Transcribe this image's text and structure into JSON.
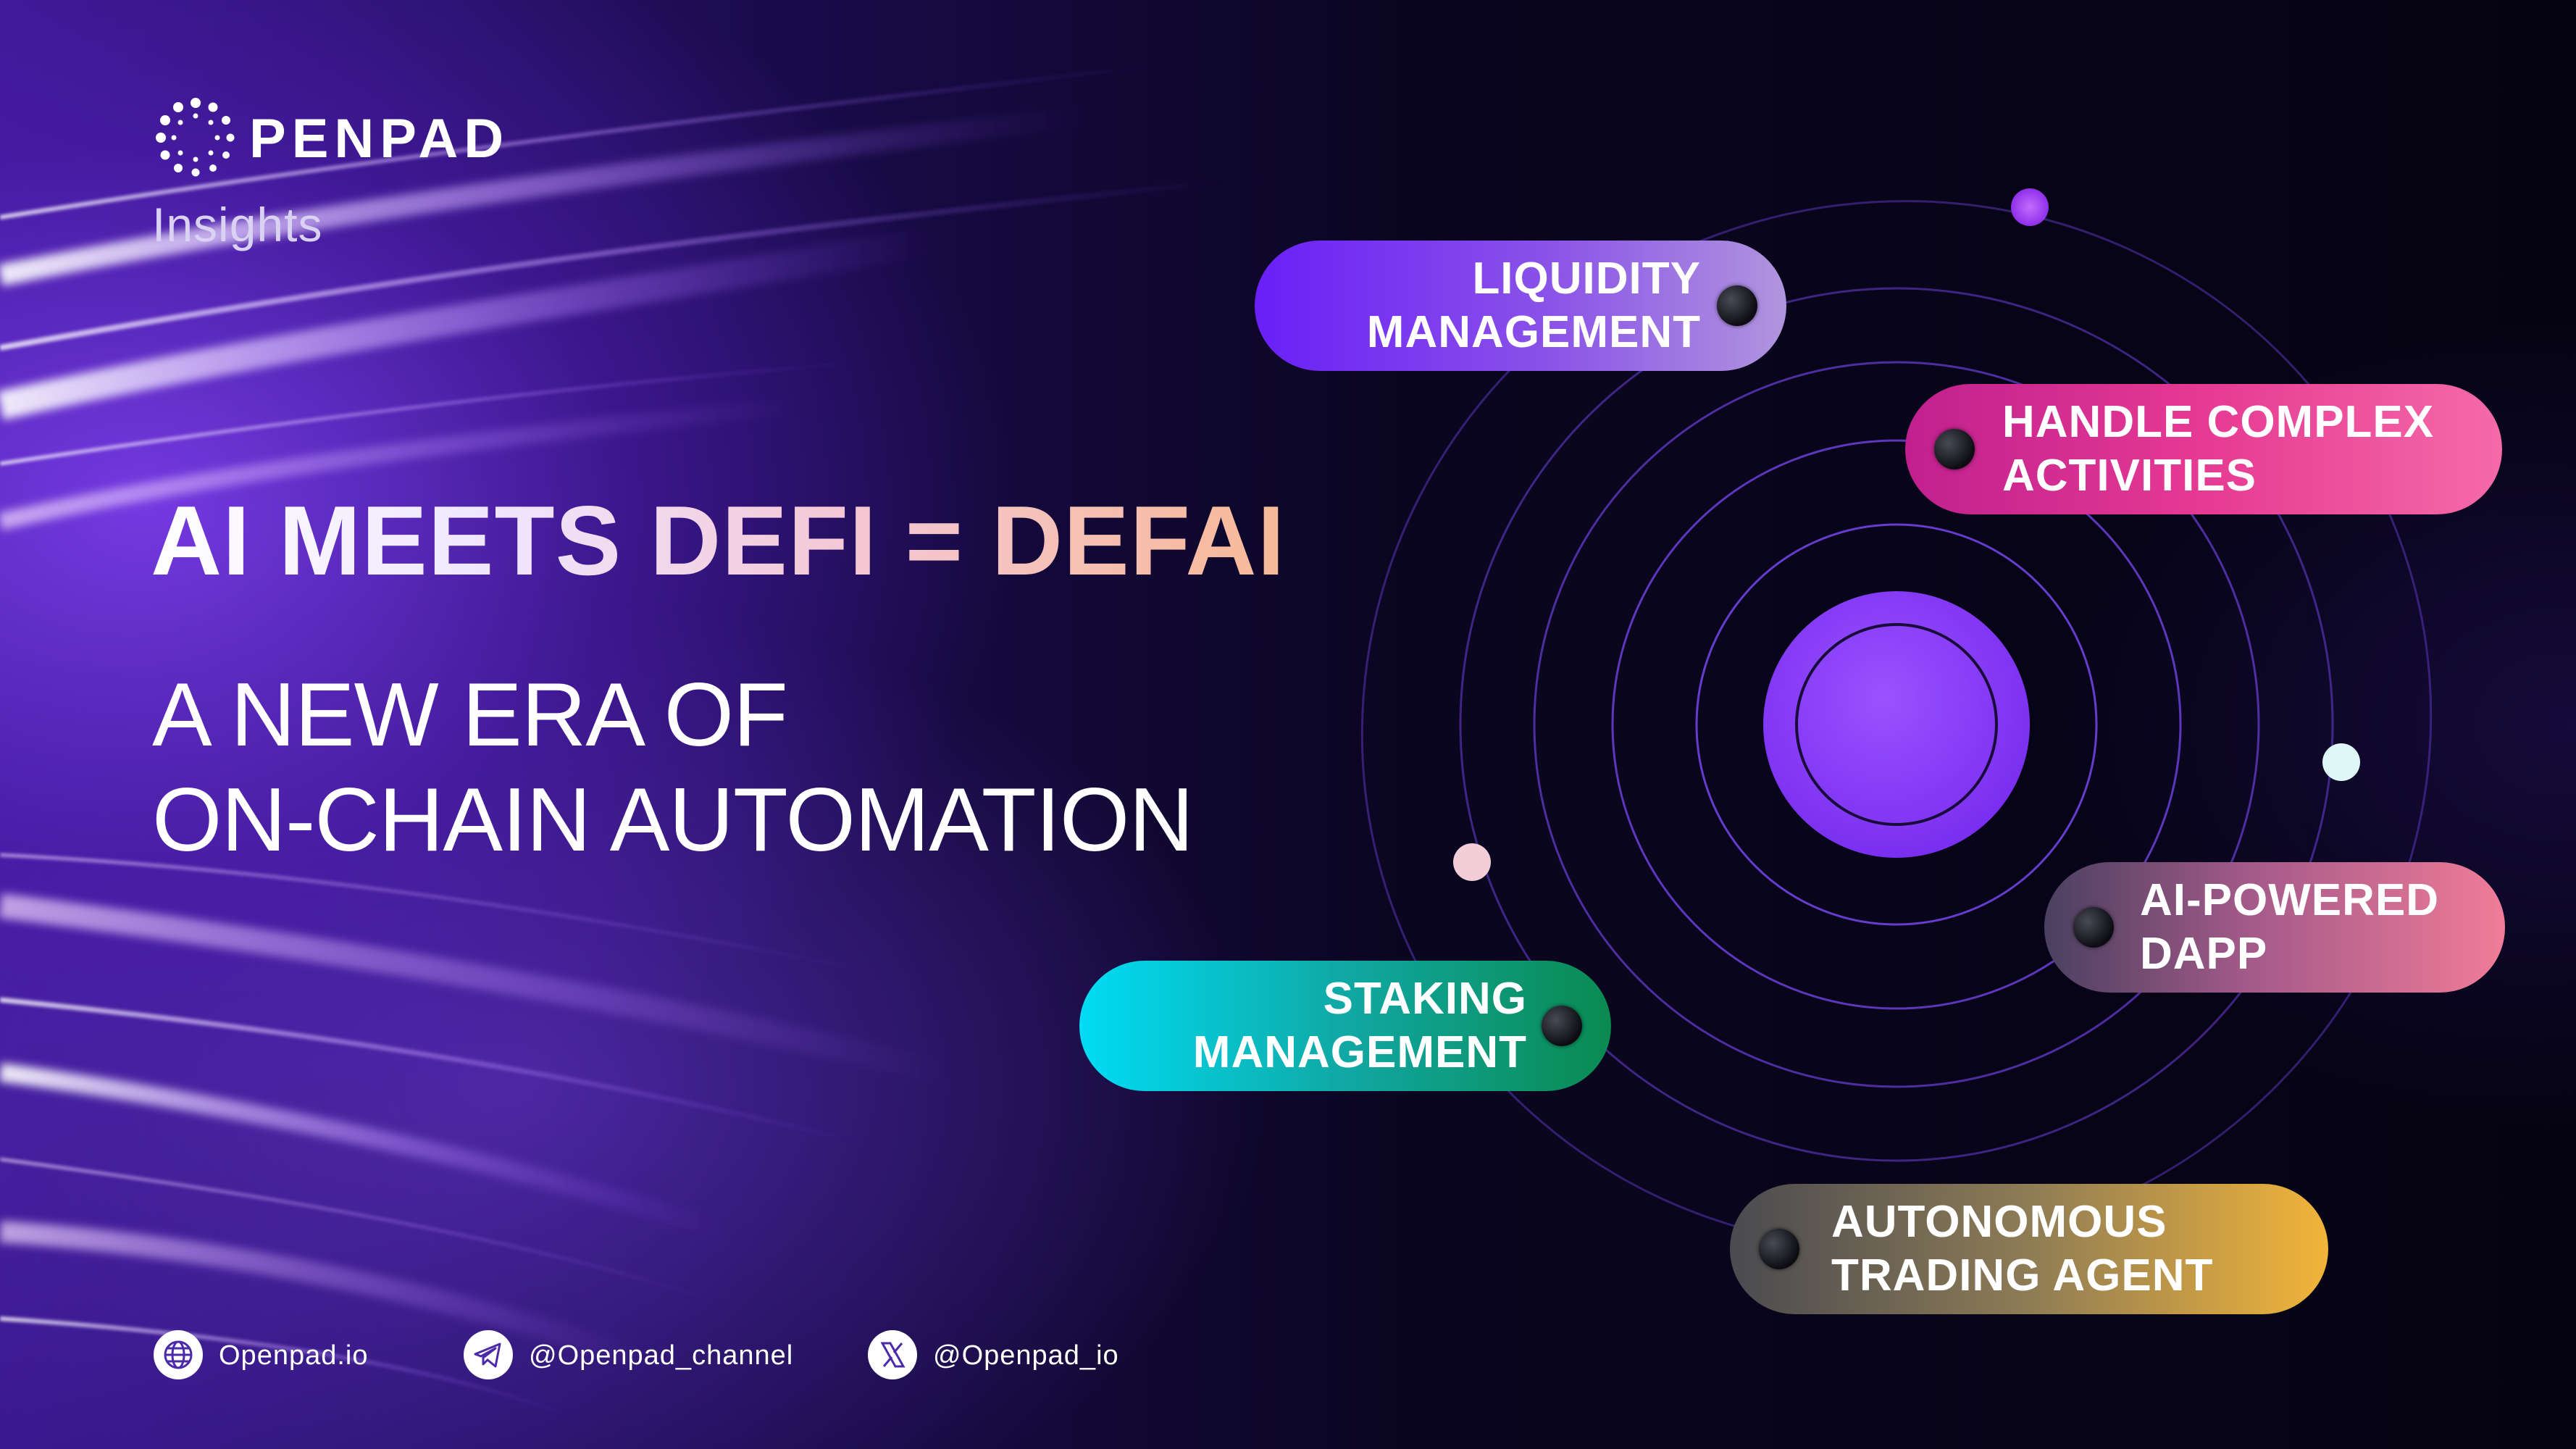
{
  "brand": {
    "name": "PENPAD",
    "logo_icon": "dotted-ring-o-logo",
    "subtitle": "Insights"
  },
  "headline": "AI MEETS DEFI = DEFAI",
  "tagline": {
    "line1": "A NEW ERA OF",
    "line2": "ON-CHAIN AUTOMATION"
  },
  "features": [
    {
      "id": "liquidity",
      "line1": "LIQUIDITY",
      "line2": "MANAGEMENT",
      "color": "#6a1ff7"
    },
    {
      "id": "complex",
      "line1": "HANDLE COMPLEX",
      "line2": "ACTIVITIES",
      "color": "#e63a93"
    },
    {
      "id": "dapp",
      "line1": "AI-POWERED",
      "line2": "DAPP",
      "color": "#f07c98"
    },
    {
      "id": "staking",
      "line1": "STAKING",
      "line2": "MANAGEMENT",
      "color": "#00dcf4"
    },
    {
      "id": "trading",
      "line1": "AUTONOMOUS",
      "line2": "TRADING AGENT",
      "color": "#f2b43a"
    }
  ],
  "footer": {
    "website": {
      "icon": "globe-icon",
      "text": "Openpad.io"
    },
    "telegram": {
      "icon": "telegram-icon",
      "text": "@Openpad_channel"
    },
    "x": {
      "icon": "x-logo-icon",
      "text": "@Openpad_io"
    }
  },
  "colors": {
    "background": "#07051a",
    "orbit_center": "#8a3bf5",
    "orbit_ring": "#6b3fd8",
    "accent_purple": "#7b2ff7"
  }
}
